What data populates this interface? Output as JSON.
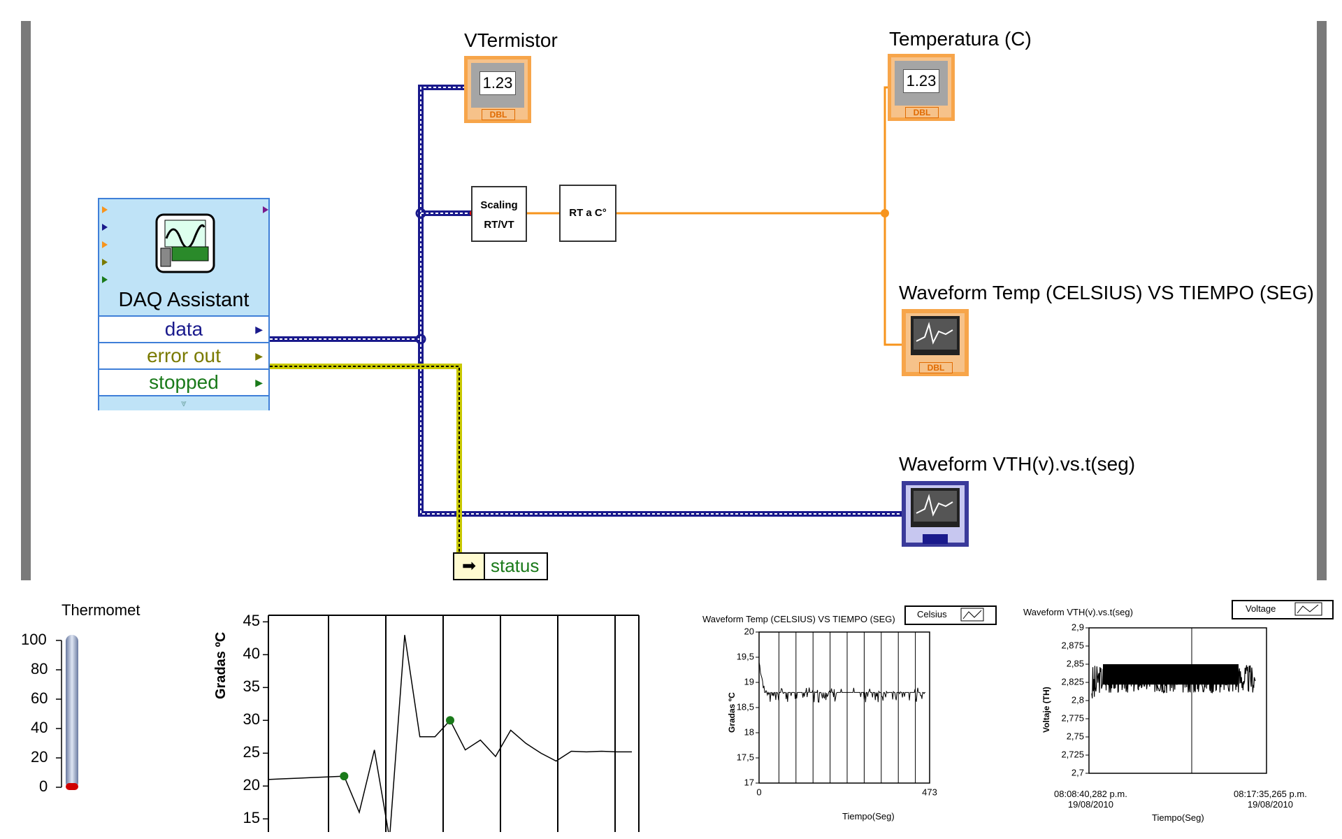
{
  "block_diagram": {
    "daq": {
      "title": "DAQ Assistant",
      "outputs": [
        "data",
        "error out",
        "stopped"
      ]
    },
    "indicators": {
      "vtermistor": {
        "label": "VTermistor",
        "value": "1.23",
        "type": "DBL"
      },
      "temperatura": {
        "label": "Temperatura (C)",
        "value": "1.23",
        "type": "DBL"
      }
    },
    "nodes": {
      "scaling": [
        "Scaling",
        "RT/VT"
      ],
      "rt_c": "RT a C°"
    },
    "graphs": {
      "waveform_temp": {
        "label": "Waveform Temp (CELSIUS) VS TIEMPO (SEG)",
        "type": "DBL"
      },
      "waveform_vth": {
        "label": "Waveform VTH(v).vs.t(seg)"
      }
    },
    "status_label": "status"
  },
  "front_panel": {
    "thermometer": {
      "label": "Thermomet",
      "scale": [
        "100",
        "80",
        "60",
        "40",
        "20",
        "0"
      ],
      "value": 0
    },
    "temp_chart": {
      "ylabel": "Gradas ºC",
      "yticks": [
        "45",
        "40",
        "35",
        "30",
        "25",
        "20",
        "15"
      ]
    },
    "graph_temp": {
      "title": "Waveform Temp (CELSIUS) VS TIEMPO (SEG)",
      "legend": "Celsius",
      "ylabel": "Gradas ºC",
      "xlabel": "Tiempo(Seg)",
      "yticks": [
        "20",
        "19,5",
        "19",
        "18,5",
        "18",
        "17,5",
        "17"
      ],
      "xticks": [
        "0",
        "473"
      ]
    },
    "graph_vth": {
      "title": "Waveform VTH(v).vs.t(seg)",
      "legend": "Voltage",
      "ylabel": "Voltaje (TH)",
      "xlabel": "Tiempo(Seg)",
      "yticks": [
        "2,9",
        "2,875",
        "2,85",
        "2,825",
        "2,8",
        "2,775",
        "2,75",
        "2,725",
        "2,7"
      ],
      "x_start": [
        "08:08:40,282 p.m.",
        "19/08/2010"
      ],
      "x_end": [
        "08:17:35,265 p.m.",
        "19/08/2010"
      ]
    }
  },
  "chart_data": [
    {
      "type": "line",
      "ylabel": "Gradas ºC",
      "ylim": [
        13,
        46
      ],
      "x": [
        0,
        1,
        2,
        3,
        4,
        5,
        6,
        7,
        8,
        9,
        10,
        11,
        12,
        13,
        14,
        15,
        16,
        17,
        18,
        19,
        20,
        21,
        22,
        23,
        24
      ],
      "series": [
        {
          "values": [
            21,
            21.1,
            21.2,
            21.3,
            21.4,
            21.5,
            16,
            25.5,
            12,
            43,
            27.5,
            27.5,
            30,
            25.5,
            27,
            24.5,
            28.5,
            26.5,
            25,
            23.8,
            25.3,
            25.2,
            25.3,
            25.2,
            25.2
          ]
        }
      ],
      "markers": [
        {
          "x": 5,
          "y": 21.5
        },
        {
          "x": 12,
          "y": 30
        }
      ]
    },
    {
      "type": "line",
      "title": "Waveform Temp (CELSIUS) VS TIEMPO (SEG)",
      "xlabel": "Tiempo(Seg)",
      "ylabel": "Gradas ºC",
      "xlim": [
        0,
        473
      ],
      "ylim": [
        17,
        20
      ],
      "series": [
        {
          "name": "Celsius",
          "values_summary": {
            "start": 19.4,
            "settled": 18.8,
            "noise_band": [
              18.6,
              18.9
            ]
          }
        }
      ]
    },
    {
      "type": "line",
      "title": "Waveform VTH(v).vs.t(seg)",
      "xlabel": "Tiempo(Seg)",
      "ylabel": "Voltaje (TH)",
      "xlim": [
        "08:08:40,282 p.m. 19/08/2010",
        "08:17:35,265 p.m. 19/08/2010"
      ],
      "ylim": [
        2.7,
        2.9
      ],
      "series": [
        {
          "name": "Voltage",
          "values_summary": {
            "start": 2.79,
            "band": [
              2.81,
              2.85
            ]
          }
        }
      ]
    }
  ],
  "colors": {
    "dbl_orange": "#f7941d",
    "cluster_blue": "#1a1a8c",
    "error_yellow": "#c8c800",
    "daq_fill": "#bfe3f7",
    "bool_green": "#1a7a1a",
    "olive": "#7a7a00"
  }
}
